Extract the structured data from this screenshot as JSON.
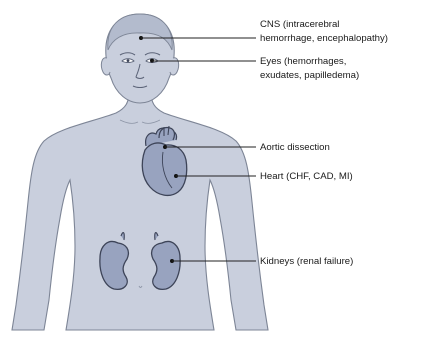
{
  "colors": {
    "body_fill": "#c9cfdd",
    "body_stroke": "#7d8596",
    "organ_fill": "#98a3bf",
    "organ_stroke": "#3d4458",
    "line": "#222222",
    "text": "#1a1a1a"
  },
  "labels": {
    "cns": {
      "line1": "CNS (intracerebral",
      "line2": "hemorrhage, encephalopathy)"
    },
    "eyes": {
      "line1": "Eyes (hemorrhages,",
      "line2": "exudates, papilledema)"
    },
    "aorta": {
      "line1": "Aortic dissection"
    },
    "heart": {
      "line1": "Heart (CHF, CAD, MI)"
    },
    "kidneys": {
      "line1": "Kidneys (renal failure)"
    }
  },
  "icons": {
    "figure": "human-body-silhouette-icon",
    "heart": "heart-icon",
    "kidneys": "kidney-icon"
  }
}
